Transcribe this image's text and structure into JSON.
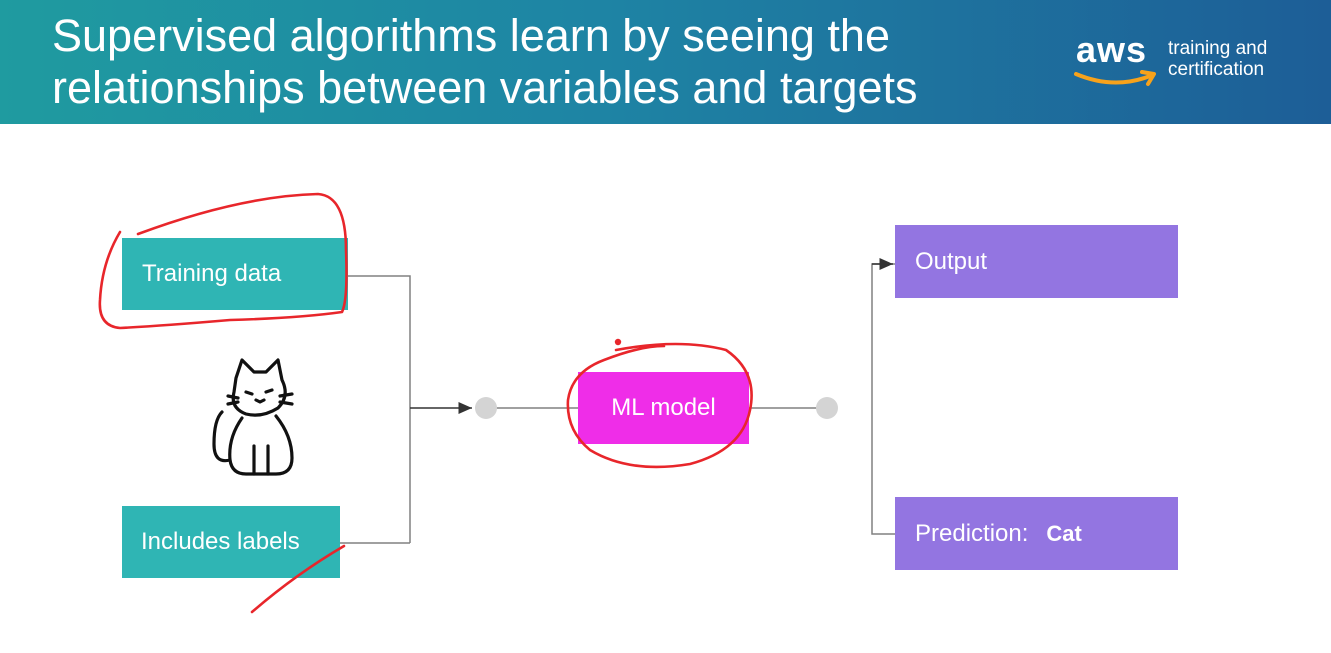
{
  "header": {
    "title_line1": "Supervised algorithms learn by seeing the",
    "title_line2": "relationships between variables and targets",
    "brand_word": "aws",
    "brand_line1": "training and",
    "brand_line2": "certification"
  },
  "diagram": {
    "training_data": "Training data",
    "includes_labels": "Includes labels",
    "ml_model": "ML model",
    "output": "Output",
    "prediction_label": "Prediction:",
    "prediction_value": "Cat",
    "image_icon": "cat-icon"
  },
  "colors": {
    "teal": "#2fb5b4",
    "purple": "#9375e1",
    "magenta": "#ef2de8",
    "annotation_red": "#e8262b",
    "connector": "#808080"
  }
}
